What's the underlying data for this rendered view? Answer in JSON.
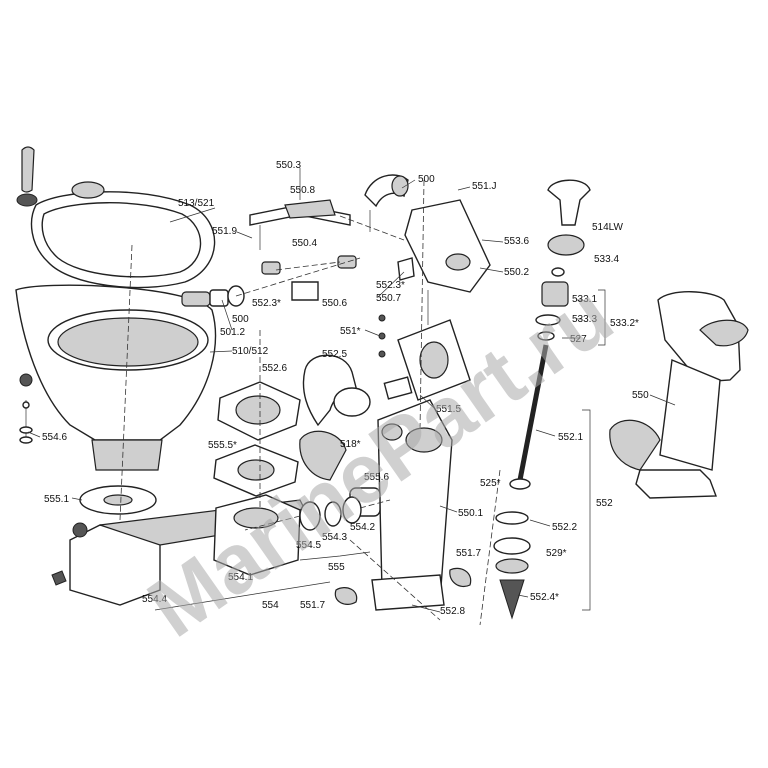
{
  "labels": {
    "l550_3": "550.3",
    "l500a": "500",
    "l551_J": "551.J",
    "l550_8": "550.8",
    "l513_521": "513/521",
    "l551_9": "551.9",
    "l514LW": "514LW",
    "l550_4": "550.4",
    "l553_6": "553.6",
    "l533_4": "533.4",
    "l550_2": "550.2",
    "l552_3a": "552.3*",
    "l550_6": "550.6",
    "l552_3b": "552.3*",
    "l550_7": "550.7",
    "l533_1": "533.1",
    "l500b": "500",
    "l533_3": "533.3",
    "l533_2": "533.2*",
    "l501_2": "501.2",
    "l551s": "551*",
    "l527": "527",
    "l510_512": "510/512",
    "l552_6": "552.6",
    "l552_5": "552.5",
    "l551_5": "551.5",
    "l550": "550",
    "l554_6": "554.6",
    "l552_1": "552.1",
    "l555_5": "555.5*",
    "l518": "518*",
    "l555_6": "555.6",
    "l525": "525*",
    "l552": "552",
    "l555_1": "555.1",
    "l550_1": "550.1",
    "l552_2": "552.2",
    "l554_2": "554.2",
    "l529": "529*",
    "l554_5": "554.5",
    "l554_3": "554.3",
    "l551_7a": "551.7",
    "l555": "555",
    "l554_1": "554.1",
    "l552_4": "552.4*",
    "l554_4": "554.4",
    "l554": "554",
    "l551_7b": "551.7",
    "l552_8": "552.8"
  },
  "watermark": "MarinePart.ru"
}
